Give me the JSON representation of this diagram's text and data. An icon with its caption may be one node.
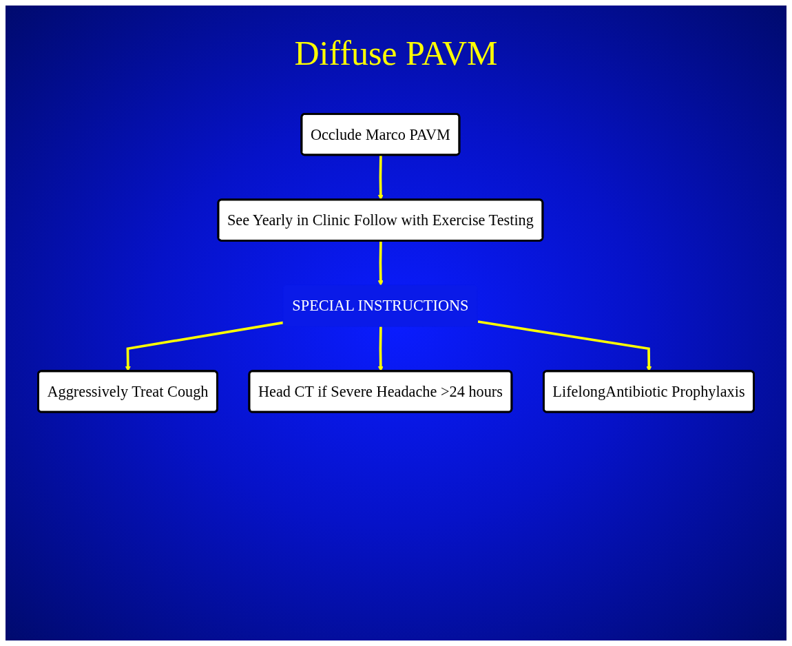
{
  "diagram": {
    "title": "Diffuse PAVM",
    "nodes": [
      {
        "text": [
          "Occlude Marco PAVM"
        ]
      },
      {
        "text": [
          "See Yearly in Clinic Follow with Exercise Testing"
        ]
      },
      {
        "text": [
          "SPECIAL INSTRUCTIONS"
        ]
      },
      {
        "text": [
          "Aggressively Treat Cough"
        ]
      },
      {
        "text": [
          "Head CT if Severe Headache >24 hours"
        ]
      },
      {
        "text": [
          "LifelongAntibiotic Prophylaxis"
        ]
      }
    ],
    "edges": [
      {
        "from": 0,
        "to": 1,
        "arrow": "to"
      },
      {
        "from": 1,
        "to": 2,
        "arrow": "to"
      },
      {
        "from": 2,
        "to": 3,
        "arrow": "to"
      },
      {
        "from": 2,
        "to": 4,
        "arrow": "to"
      },
      {
        "from": 2,
        "to": 5,
        "arrow": "to"
      }
    ]
  }
}
